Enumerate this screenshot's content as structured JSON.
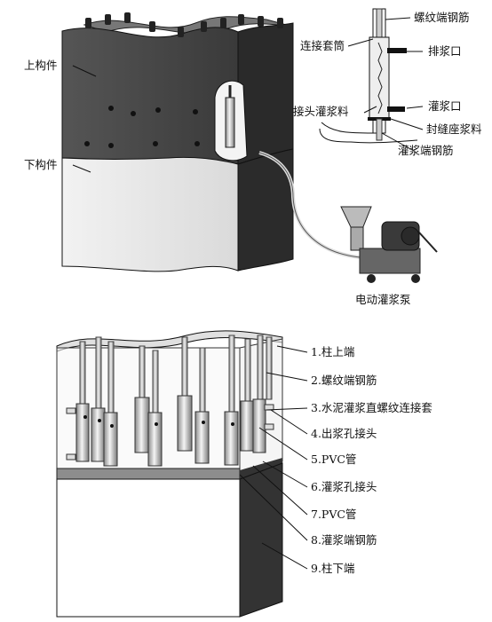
{
  "top_figure": {
    "labels": {
      "upper_member": "上构件",
      "lower_member": "下构件",
      "threaded_rebar": "螺纹端钢筋",
      "connecting_sleeve": "连接套筒",
      "outlet": "排浆口",
      "joint_grout": "接头灌浆料",
      "inlet": "灌浆口",
      "seam_grout": "封缝座浆料",
      "grouted_rebar": "灌浆端钢筋",
      "pump": "电动灌浆泵"
    }
  },
  "bottom_figure": {
    "callouts": [
      "1.柱上端",
      "2.螺纹端钢筋",
      "3.水泥灌浆直螺纹连接套",
      "4.出浆孔接头",
      "5.PVC管",
      "6.灌浆孔接头",
      "7.PVC管",
      "8.灌浆端钢筋",
      "9.柱下端"
    ]
  },
  "colors": {
    "upper_block": "#3a3a3a",
    "lower_block": "#e6e6e6",
    "dark_side": "#2a2a2a",
    "line": "#111111"
  }
}
